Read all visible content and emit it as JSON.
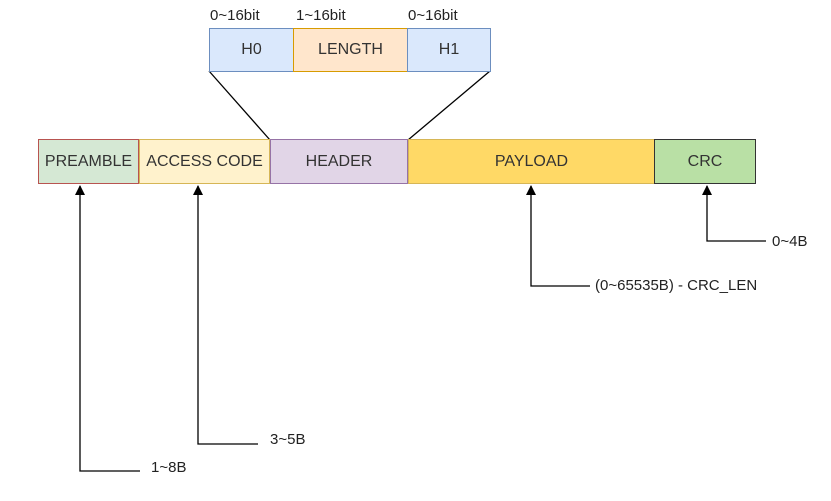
{
  "header_fields": {
    "h0": {
      "label": "H0",
      "bits": "0~16bit",
      "fill": "#dae8fc",
      "stroke": "#6c8ebf"
    },
    "length": {
      "label": "LENGTH",
      "bits": "1~16bit",
      "fill": "#ffe6cc",
      "stroke": "#d79b00"
    },
    "h1": {
      "label": "H1",
      "bits": "0~16bit",
      "fill": "#dae8fc",
      "stroke": "#6c8ebf"
    }
  },
  "packet": {
    "preamble": {
      "label": "PREAMBLE",
      "size": "1~8B",
      "fill": "#d5e8d4",
      "stroke": "#b85450"
    },
    "access_code": {
      "label": "ACCESS CODE",
      "size": "3~5B",
      "fill": "#fff2cc",
      "stroke": "#d6b656"
    },
    "header": {
      "label": "HEADER",
      "fill": "#e1d5e7",
      "stroke": "#9673a6"
    },
    "payload": {
      "label": "PAYLOAD",
      "size": "(0~65535B) - CRC_LEN",
      "fill": "#ffd966",
      "stroke": "#d6b656"
    },
    "crc": {
      "label": "CRC",
      "size": "0~4B",
      "fill": "#b9e0a5",
      "stroke": "#333333"
    }
  }
}
